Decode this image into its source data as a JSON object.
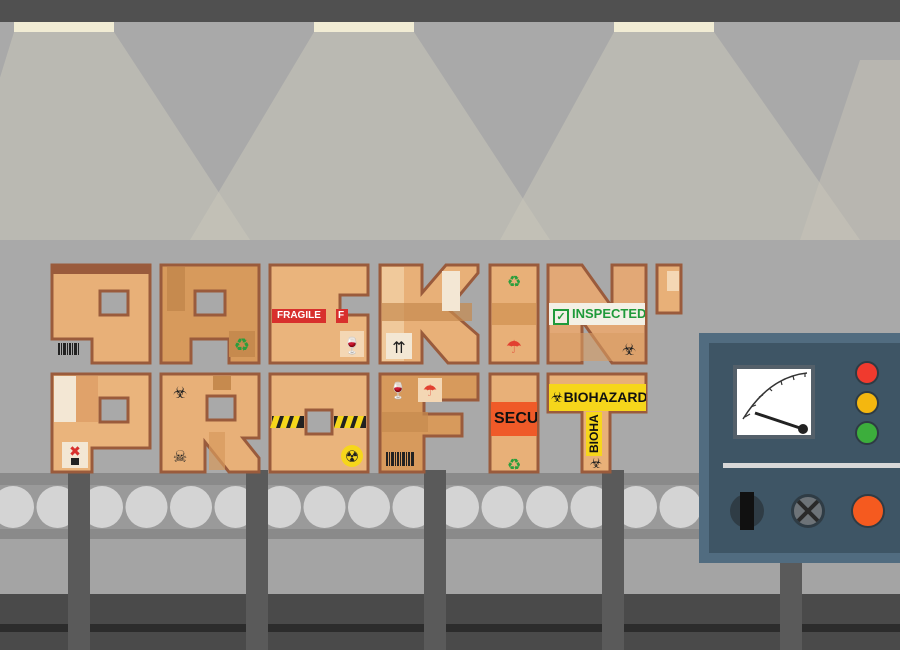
{
  "scene": {
    "title_letters": [
      "P",
      "A",
      "C",
      "K",
      "I",
      "N",
      "'",
      "P",
      "R",
      "O",
      "F",
      "I",
      "T"
    ],
    "box_labels": {
      "fragile": "FRAGILE",
      "fragile_cut": "F",
      "inspected": "INSPECTED",
      "biohazard": "BIOHAZARD",
      "biohazard_vertical": "BIOHA",
      "security": "SECUR"
    },
    "icons": [
      "barcode-icon",
      "recycle-icon",
      "wine-glass-icon",
      "this-side-up-icon",
      "umbrella-icon",
      "biohazard-icon",
      "skull-icon",
      "radiation-icon",
      "checkmark-icon"
    ]
  },
  "control_panel": {
    "lights": [
      "red",
      "yellow",
      "green"
    ],
    "buttons": [
      "lever",
      "stop",
      "start"
    ]
  },
  "colors": {
    "cardboard": "#e8b078",
    "box_border": "#9a5b3c",
    "panel": "#3e5565",
    "panel_border": "#516c80",
    "light_red": "#f03a2e",
    "light_yellow": "#f4b70f",
    "light_green": "#3cae3c",
    "start_button": "#f55a1f"
  }
}
